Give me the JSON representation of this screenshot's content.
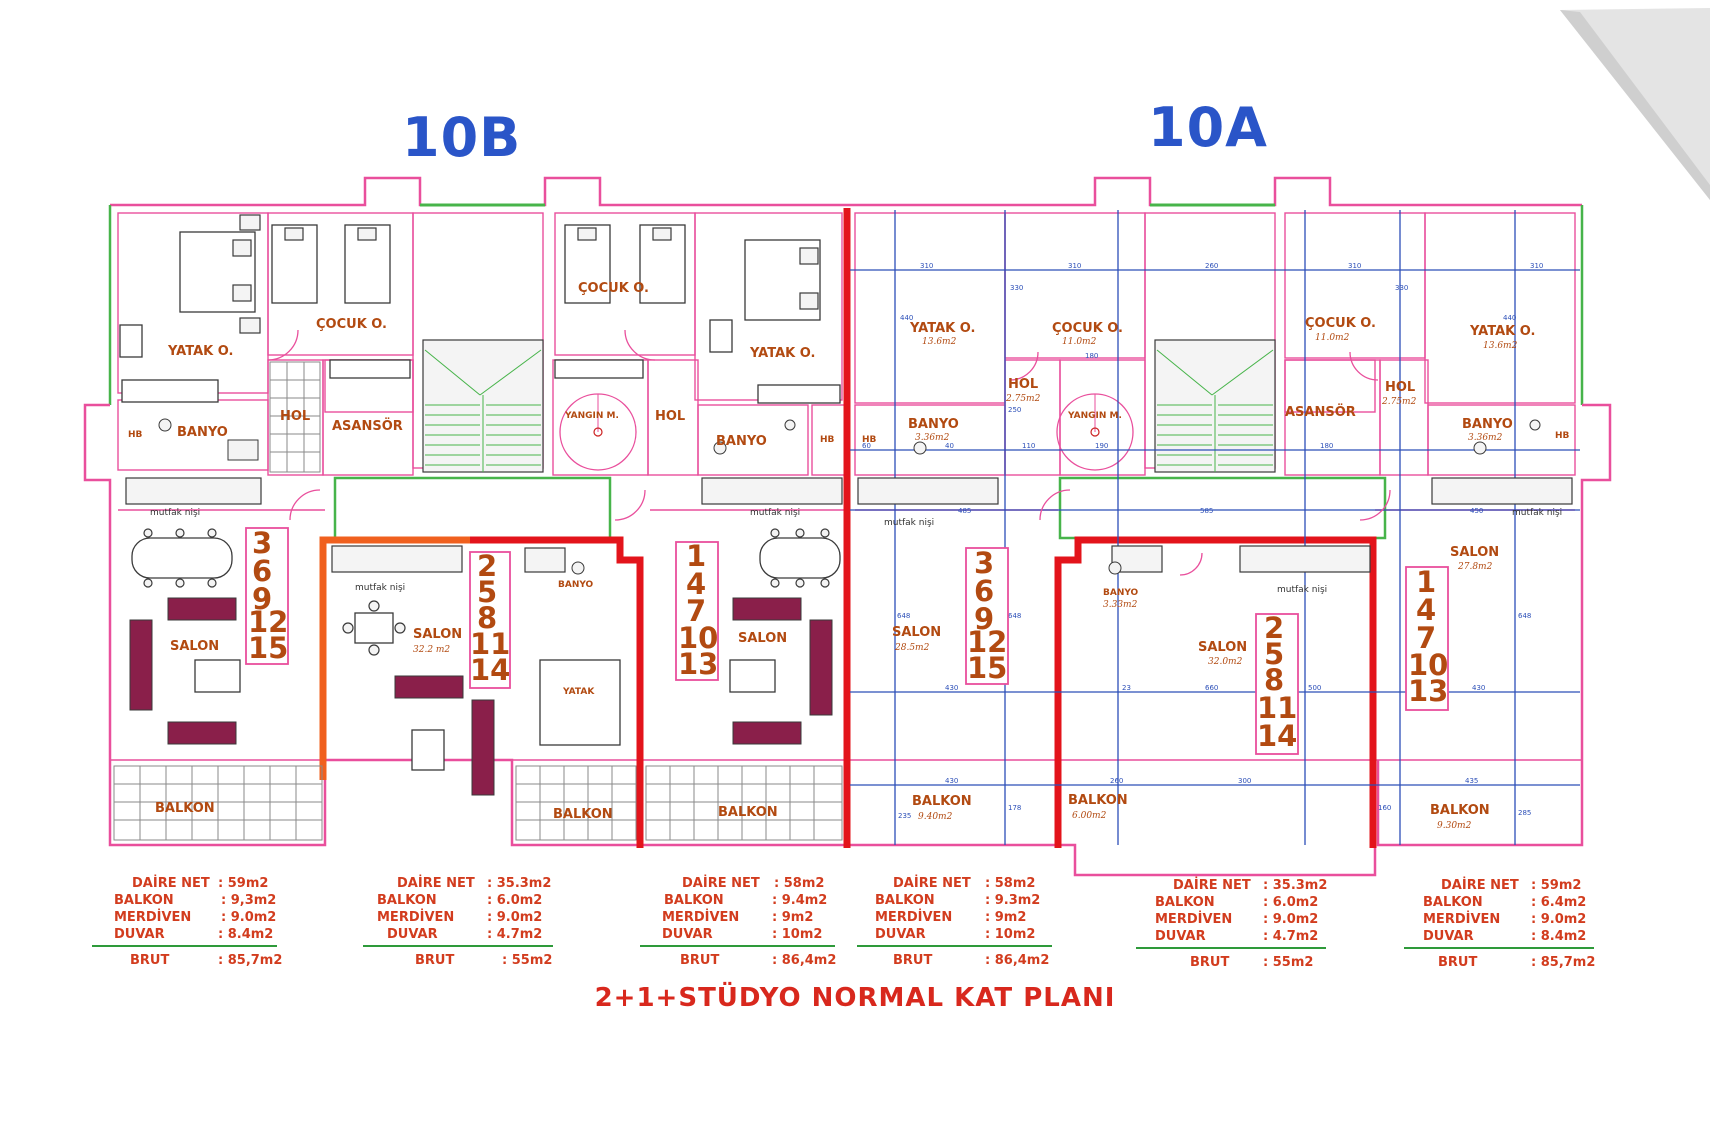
{
  "blocks": {
    "left": "10B",
    "right": "10A"
  },
  "plan_title": "2+1+STÜDYO NORMAL KAT PLANI",
  "colors": {
    "wall_pink": "#e94f9c",
    "wall_red": "#e3141b",
    "wall_orange": "#f0601e",
    "dim_blue": "#2c4fb8",
    "green": "#47b44a",
    "room_label": "#b24a11",
    "stat_text": "#d23c1e",
    "title_blue": "#2a55c8"
  },
  "rooms": {
    "yatak": "YATAK O.",
    "cocuk": "ÇOCUK O.",
    "banyo": "BANYO",
    "hol": "HOL",
    "asansor": "ASANSÖR",
    "salon": "SALON",
    "balkon": "BALKON",
    "yangin": "YANGIN M.",
    "mutfak": "mutfak nişi",
    "hb": "HB",
    "yatak_small": "YATAK"
  },
  "areas": {
    "yatak_a": "13.6m2",
    "cocuk_a": "11.0m2",
    "hol_a": "2.75m2",
    "banyo_a": "3.36m2",
    "salon_10a_left": "28.5m2",
    "salon_studio_10a": "32.0m2",
    "salon_10a_right": "27.8m2",
    "salon_studio_10b": "32.2 m2",
    "banyo_studio": "3.33m2",
    "balkon_1": "9.40m2",
    "balkon_2": "6.00m2",
    "balkon_3": "9.30m2"
  },
  "unit_numbers": {
    "u36": [
      "3",
      "6",
      "9",
      "12",
      "15"
    ],
    "u25": [
      "2",
      "5",
      "8",
      "11",
      "14"
    ],
    "u14": [
      "1",
      "4",
      "7",
      "10",
      "13"
    ]
  },
  "dimensions": [
    "310",
    "310",
    "260",
    "310",
    "310",
    "440",
    "330",
    "180",
    "440",
    "330",
    "485",
    "585",
    "450",
    "430",
    "660",
    "430",
    "430",
    "260",
    "300",
    "435",
    "235",
    "178",
    "285",
    "160",
    "648",
    "648",
    "648",
    "250",
    "110",
    "190",
    "180",
    "60",
    "40",
    "23",
    "500"
  ],
  "stats": [
    {
      "rows": [
        [
          "DAİRE NET",
          ": 59m2"
        ],
        [
          "BALKON",
          ": 9,3m2"
        ],
        [
          "MERDİVEN",
          ": 9.0m2"
        ],
        [
          "DUVAR",
          ": 8.4m2"
        ]
      ],
      "brut": [
        "BRUT",
        ": 85,7m2"
      ]
    },
    {
      "rows": [
        [
          "DAİRE NET",
          ": 35.3m2"
        ],
        [
          "BALKON",
          ": 6.0m2"
        ],
        [
          "MERDİVEN",
          ": 9.0m2"
        ],
        [
          "DUVAR",
          ": 4.7m2"
        ]
      ],
      "brut": [
        "BRUT",
        ": 55m2"
      ]
    },
    {
      "rows": [
        [
          "DAİRE NET",
          ": 58m2"
        ],
        [
          "BALKON",
          ": 9.4m2"
        ],
        [
          "MERDİVEN",
          ": 9m2"
        ],
        [
          "DUVAR",
          ": 10m2"
        ]
      ],
      "brut": [
        "BRUT",
        ": 86,4m2"
      ]
    },
    {
      "rows": [
        [
          "DAİRE NET",
          ": 58m2"
        ],
        [
          "BALKON",
          ": 9.3m2"
        ],
        [
          "MERDİVEN",
          ": 9m2"
        ],
        [
          "DUVAR",
          ": 10m2"
        ]
      ],
      "brut": [
        "BRUT",
        ": 86,4m2"
      ]
    },
    {
      "rows": [
        [
          "DAİRE NET",
          ": 35.3m2"
        ],
        [
          "BALKON",
          ": 6.0m2"
        ],
        [
          "MERDİVEN",
          ": 9.0m2"
        ],
        [
          "DUVAR",
          ": 4.7m2"
        ]
      ],
      "brut": [
        "BRUT",
        ": 55m2"
      ]
    },
    {
      "rows": [
        [
          "DAİRE NET",
          ": 59m2"
        ],
        [
          "BALKON",
          ": 6.4m2"
        ],
        [
          "MERDİVEN",
          ": 9.0m2"
        ],
        [
          "DUVAR",
          ": 8.4m2"
        ]
      ],
      "brut": [
        "BRUT",
        ": 85,7m2"
      ]
    }
  ]
}
